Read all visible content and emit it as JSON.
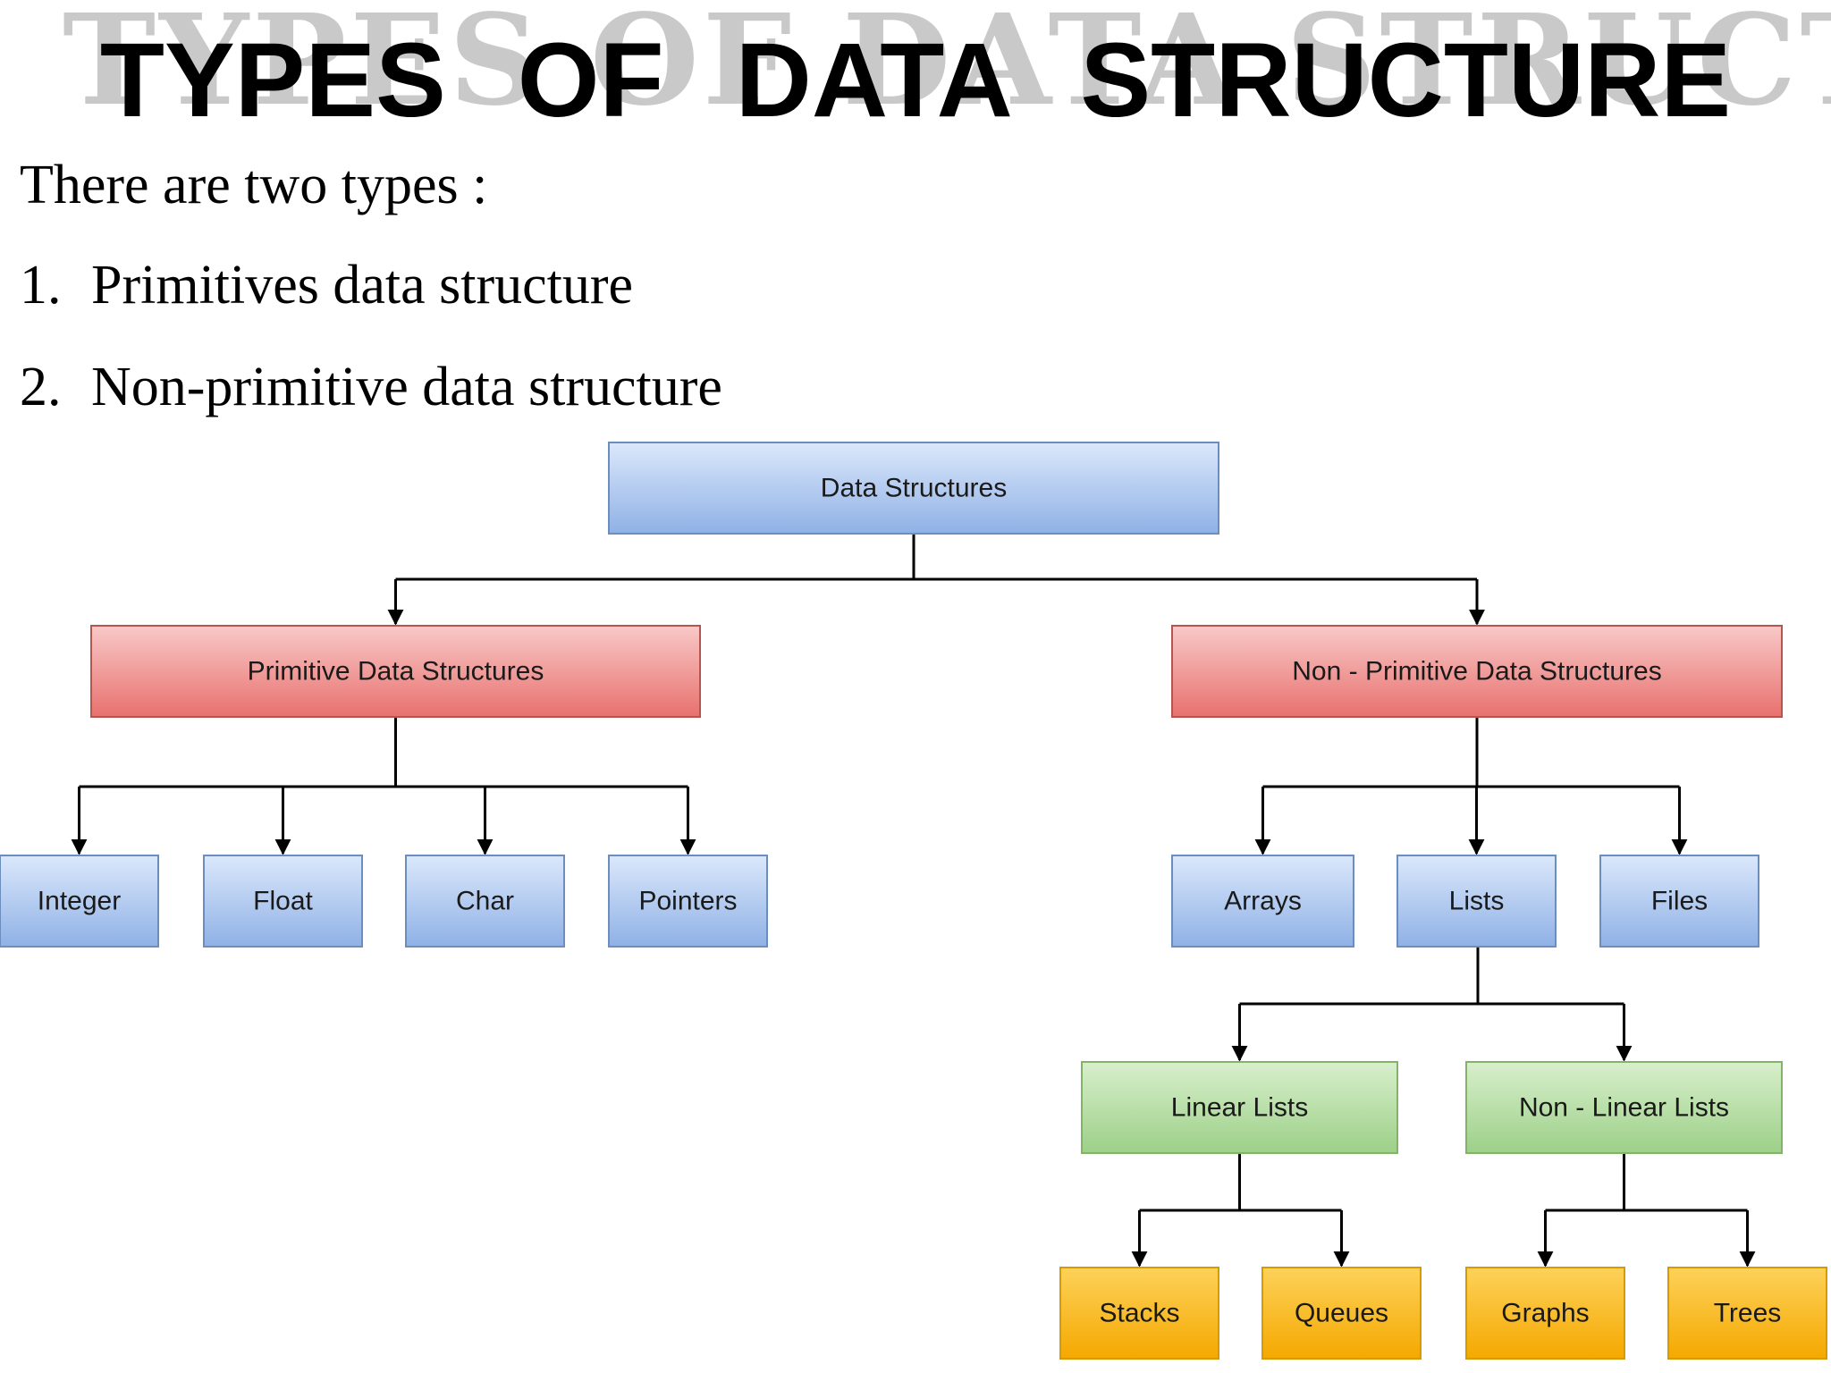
{
  "slide": {
    "title": "TYPES OF DATA STRUCTURE",
    "background_title": "TYPES OF DATA STRUCTURE",
    "intro": "There are two types :",
    "items": [
      {
        "number": "1.",
        "text": "Primitives data structure"
      },
      {
        "number": "2.",
        "text": "Non-primitive data structure"
      }
    ]
  },
  "diagram": {
    "colors": {
      "blue": "#a9c4ee",
      "red": "#ee8c8a",
      "green": "#b2dda0",
      "orange": "#fbc02d",
      "connector": "#000000"
    },
    "root": {
      "label": "Data Structures",
      "color": "blue"
    },
    "primitive": {
      "label": "Primitive Data Structures",
      "color": "red"
    },
    "non_primitive": {
      "label": "Non - Primitive Data Structures",
      "color": "red"
    },
    "primitive_children": [
      {
        "label": "Integer",
        "color": "blue"
      },
      {
        "label": "Float",
        "color": "blue"
      },
      {
        "label": "Char",
        "color": "blue"
      },
      {
        "label": "Pointers",
        "color": "blue"
      }
    ],
    "non_primitive_children": [
      {
        "label": "Arrays",
        "color": "blue"
      },
      {
        "label": "Lists",
        "color": "blue"
      },
      {
        "label": "Files",
        "color": "blue"
      }
    ],
    "list_children": [
      {
        "label": "Linear Lists",
        "color": "green"
      },
      {
        "label": "Non - Linear Lists",
        "color": "green"
      }
    ],
    "linear_children": [
      {
        "label": "Stacks",
        "color": "orange"
      },
      {
        "label": "Queues",
        "color": "orange"
      }
    ],
    "non_linear_children": [
      {
        "label": "Graphs",
        "color": "orange"
      },
      {
        "label": "Trees",
        "color": "orange"
      }
    ]
  }
}
